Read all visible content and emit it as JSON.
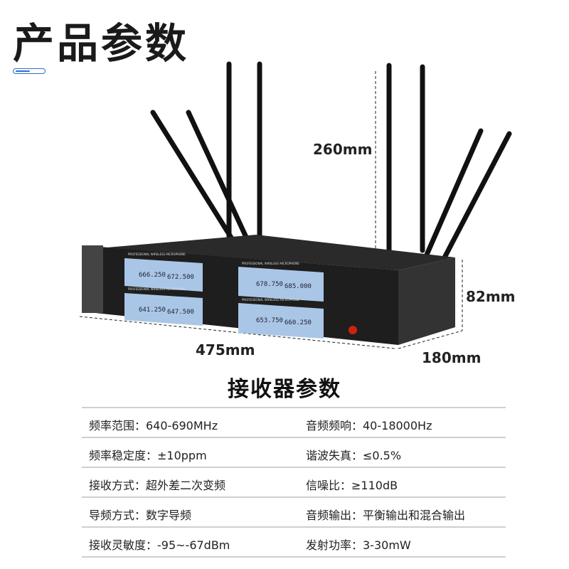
{
  "header": {
    "title": "产品参数"
  },
  "dimensions": {
    "height": "260mm",
    "depth_height": "82mm",
    "width": "475mm",
    "depth": "180mm"
  },
  "product": {
    "panel_label": "PROFESSIONAL WIRELESS MICROPHONE",
    "channels": [
      {
        "a": "666.250",
        "b": "672.500"
      },
      {
        "a": "678.750",
        "b": "685.000"
      },
      {
        "a": "641.250",
        "b": "647.500"
      },
      {
        "a": "653.750",
        "b": "660.250"
      }
    ]
  },
  "specs": {
    "title": "接收器参数",
    "rows": [
      {
        "left": "频率范围：640-690MHz",
        "right": "音频频响：40-18000Hz"
      },
      {
        "left": "频率稳定度：±10ppm",
        "right": "谐波失真：≤0.5%"
      },
      {
        "left": "接收方式：超外差二次变频",
        "right": "信噪比：≥110dB"
      },
      {
        "left": "导频方式：数字导频",
        "right": "音频输出：平衡输出和混合输出"
      },
      {
        "left": "接收灵敏度：-95~-67dBm",
        "right": "发射功率：3-30mW"
      }
    ]
  }
}
